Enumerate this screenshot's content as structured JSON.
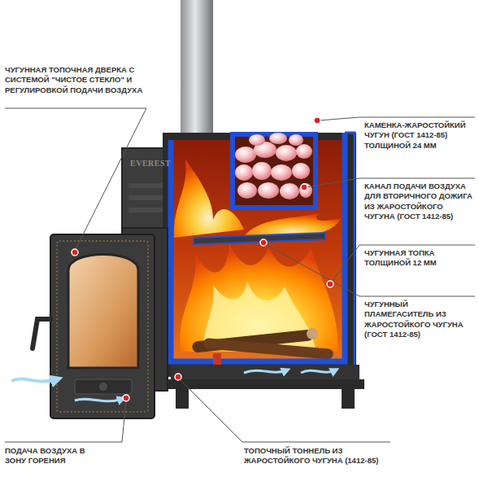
{
  "diagram": {
    "labels": [
      "ЧУГУННАЯ ТОПОЧНАЯ ДВЕРКА С СИСТЕМОЙ \"ЧИСТОЕ СТЕКЛО\" И РЕГУЛИРОВКОЙ ПОДАЧИ ВОЗДУХА",
      "КАМЕНКА-ЖАРОСТОЙКИЙ ЧУГУН (ГОСТ 1412-85) ТОЛЩИНОЙ 24 ММ",
      "EVEREST",
      "КАНАЛ ПОДАЧИ ВОЗДУХА ДЛЯ ВТОРИЧНОГО ДОЖИГА ИЗ ЖАРОСТОЙКОГО ЧУГУНА (ГОСТ 1412-85)",
      "ЧУГУННАЯ ТОПКА ТОЛЩИНОЙ 12 ММ",
      "ЧУГУННЫЙ ПЛАМЕГАСИТЕЛЬ ИЗ ЖАРОСТОЙКОГО ЧУГУНА (ГОСТ 1412-85)",
      "ПОДАЧА ВОЗДУХА В ЗОНУ ГОРЕНИЯ",
      "ТОПОЧНЫЙ ТОННЕЛЬ ИЗ ЖАРОСТОЙКОГО ЧУГУНА (1412-85)"
    ]
  }
}
